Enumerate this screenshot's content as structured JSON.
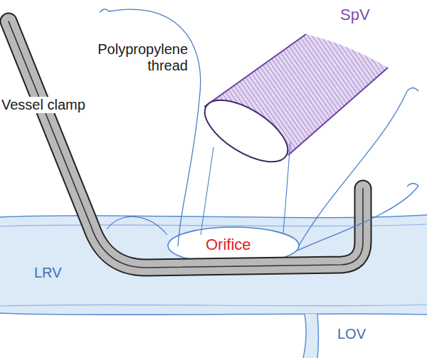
{
  "diagram": {
    "labels": [
      "SpV",
      "Polypropylene thread",
      "Vessel clamp",
      "Orifice",
      "LRV",
      "LOV"
    ]
  }
}
